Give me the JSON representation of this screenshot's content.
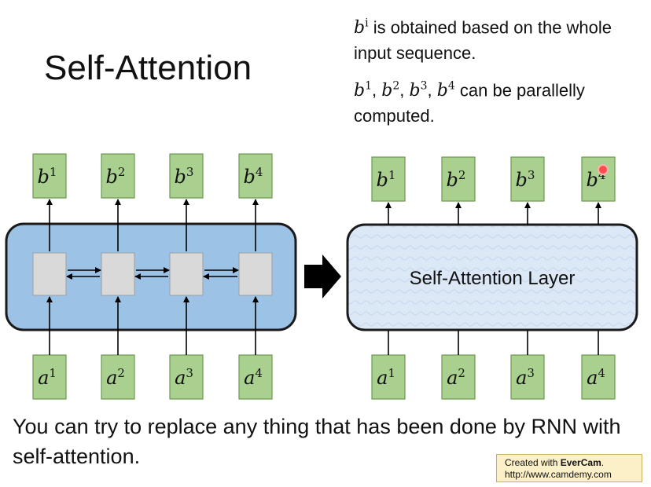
{
  "title": "Self-Attention",
  "notes": {
    "line1_var": "b",
    "line1_sup": "i",
    "line1_text": " is obtained based on the whole input sequence.",
    "line2_vars": [
      {
        "v": "b",
        "s": "1"
      },
      {
        "v": "b",
        "s": "2"
      },
      {
        "v": "b",
        "s": "3"
      },
      {
        "v": "b",
        "s": "4"
      }
    ],
    "line2_text": " can be parallelly computed."
  },
  "left": {
    "outputs": [
      {
        "v": "b",
        "s": "1"
      },
      {
        "v": "b",
        "s": "2"
      },
      {
        "v": "b",
        "s": "3"
      },
      {
        "v": "b",
        "s": "4"
      }
    ],
    "inputs": [
      {
        "v": "a",
        "s": "1"
      },
      {
        "v": "a",
        "s": "2"
      },
      {
        "v": "a",
        "s": "3"
      },
      {
        "v": "a",
        "s": "4"
      }
    ]
  },
  "right": {
    "layer_label": "Self-Attention Layer",
    "outputs": [
      {
        "v": "b",
        "s": "1"
      },
      {
        "v": "b",
        "s": "2"
      },
      {
        "v": "b",
        "s": "3"
      },
      {
        "v": "b",
        "s": "4"
      }
    ],
    "inputs": [
      {
        "v": "a",
        "s": "1"
      },
      {
        "v": "a",
        "s": "2"
      },
      {
        "v": "a",
        "s": "3"
      },
      {
        "v": "a",
        "s": "4"
      }
    ]
  },
  "bottom_text": "You can try to replace any thing that has been done by RNN with self-attention.",
  "stamp": {
    "prefix": "Created with ",
    "brand": "EverCam",
    "suffix": ".",
    "url": "http://www.camdemy.com"
  },
  "colors": {
    "green_box": "#a9d08e",
    "green_border": "#6a9a4c",
    "rnn_fill": "#9cc2e5",
    "rnn_border": "#222222",
    "layer_fill": "#dde9f7"
  }
}
